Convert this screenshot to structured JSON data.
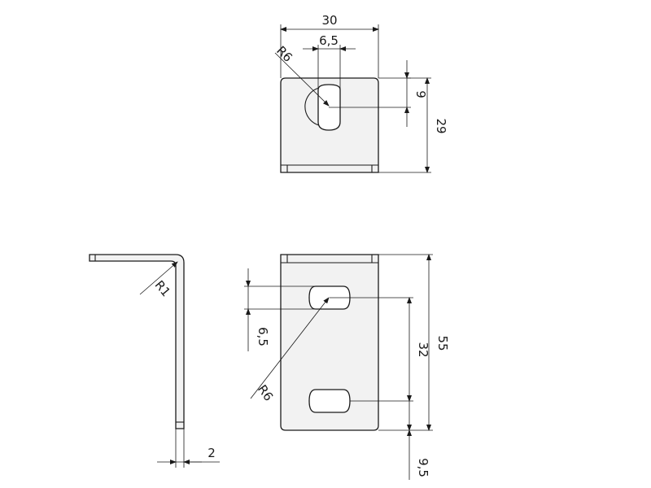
{
  "dimensions": {
    "top_width": "30",
    "top_slot_width": "6,5",
    "top_radius": "R6",
    "top_slot_depth": "9",
    "top_height": "29",
    "side_radius": "R1",
    "side_thickness": "2",
    "front_slot_width": "6,5",
    "front_radius": "R6",
    "front_slot_spacing": "32",
    "front_height": "55",
    "front_bottom_offset": "9,5"
  }
}
